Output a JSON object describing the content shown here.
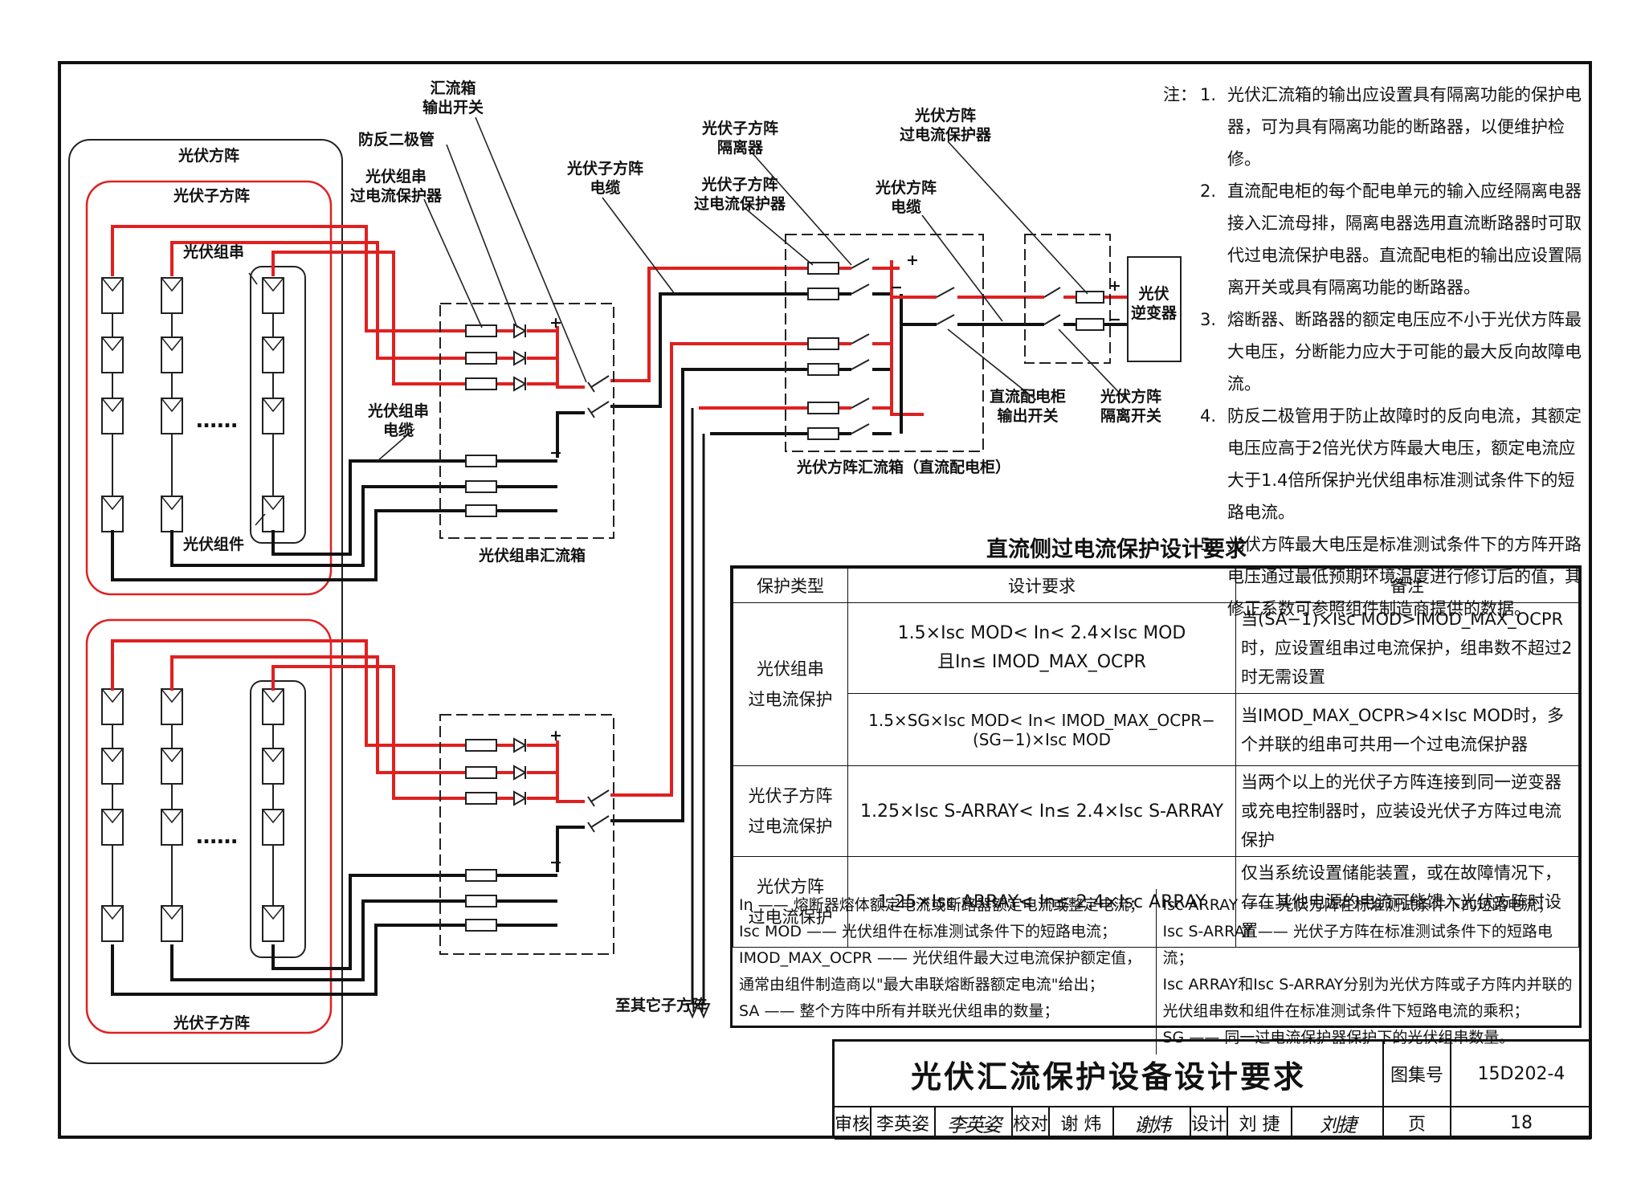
{
  "labels": {
    "pv_array": "光伏方阵",
    "pv_subarray": "光伏子方阵",
    "pv_string": "光伏组串",
    "pv_module": "光伏组件",
    "ellipsis": "……",
    "combiner_output_switch": "汇流箱\n输出开关",
    "blocking_diode": "防反二极管",
    "string_ocpd": "光伏组串\n过电流保护器",
    "subarray_cable": "光伏子方阵\n电缆",
    "string_cable": "光伏组串\n电缆",
    "string_combiner_box": "光伏组串汇流箱",
    "subarray_isolator": "光伏子方阵\n隔离器",
    "subarray_ocpd": "光伏子方阵\n过电流保护器",
    "array_ocpd": "光伏方阵\n过电流保护器",
    "array_cable": "光伏方阵\n电缆",
    "dc_cabinet_output_switch": "直流配电柜\n输出开关",
    "array_isolator": "光伏方阵\n隔离开关",
    "array_combiner_cabinet": "光伏方阵汇流箱（直流配电柜）",
    "inverter": "光伏\n逆变器",
    "to_other_subarrays": "至其它子方阵",
    "plus": "+",
    "minus": "−"
  },
  "notes": {
    "head": "注：",
    "items": [
      {
        "num": "1.",
        "text": "光伏汇流箱的输出应设置具有隔离功能的保护电器，可为具有隔离功能的断路器，以便维护检修。"
      },
      {
        "num": "2.",
        "text": "直流配电柜的每个配电单元的输入应经隔离电器接入汇流母排，隔离电器选用直流断路器时可取代过电流保护电器。直流配电柜的输出应设置隔离开关或具有隔离功能的断路器。"
      },
      {
        "num": "3.",
        "text": "熔断器、断路器的额定电压应不小于光伏方阵最大电压，分断能力应大于可能的最大反向故障电流。"
      },
      {
        "num": "4.",
        "text": "防反二极管用于防止故障时的反向电流，其额定电压应高于2倍光伏方阵最大电压，额定电流应大于1.4倍所保护光伏组串标准测试条件下的短路电流。"
      },
      {
        "num": "5.",
        "text": "光伏方阵最大电压是标准测试条件下的方阵开路电压通过最低预期环境温度进行修订后的值，其修正系数可参照组件制造商提供的数据。"
      }
    ]
  },
  "table": {
    "title": "直流侧过电流保护设计要求",
    "headers": [
      "保护类型",
      "设计要求",
      "备注"
    ],
    "rows": [
      {
        "type": "光伏组串\n过电流保护",
        "req": "1.5×Isc MOD< In< 2.4×Isc MOD\n且In≤ IMOD_MAX_OCPR",
        "rem": "当(SA−1)×Isc MOD>IMOD_MAX_OCPR时，应设置组串过电流保护，组串数不超过2时无需设置"
      },
      {
        "type": "",
        "req": "1.5×SG×Isc MOD< In< IMOD_MAX_OCPR−(SG−1)×Isc MOD",
        "rem": "当IMOD_MAX_OCPR>4×Isc MOD时，多个并联的组串可共用一个过电流保护器"
      },
      {
        "type": "光伏子方阵\n过电流保护",
        "req": "1.25×Isc S-ARRAY< In≤ 2.4×Isc S-ARRAY",
        "rem": "当两个以上的光伏子方阵连接到同一逆变器或充电控制器时，应装设光伏子方阵过电流保护"
      },
      {
        "type": "光伏方阵\n过电流保护",
        "req": "1.25×Isc ARRAY< In≤ 2.4×Isc ARRAY",
        "rem": "仅当系统设置储能装置，或在故障情况下，存在其他电源的电流可能馈入光伏方阵时设置"
      }
    ],
    "defs_left": "In —— 熔断器熔体额定电流或断路器额定电流或整定电流；\nIsc MOD —— 光伏组件在标准测试条件下的短路电流；\nIMOD_MAX_OCPR —— 光伏组件最大过电流保护额定值，通常由组件制造商以\"最大串联熔断器额定电流\"给出；\nSA —— 整个方阵中所有并联光伏组串的数量；",
    "defs_right": "Isc ARRAY —— 光伏方阵在标准测试条件下的短路电流；\nIsc S-ARRAY —— 光伏子方阵在标准测试条件下的短路电流；\nIsc ARRAY和Isc S-ARRAY分别为光伏方阵或子方阵内并联的光伏组串数和组件在标准测试条件下短路电流的乘积；\nSG —— 同一过电流保护器保护下的光伏组串数量。"
  },
  "title_block": {
    "title": "光伏汇流保护设备设计要求",
    "atlas_label": "图集号",
    "atlas_no": "15D202-4",
    "review_label": "审核",
    "reviewer": "李英姿",
    "reviewer_sig": "李英姿",
    "check_label": "校对",
    "checker": "谢 炜",
    "checker_sig": "谢炜",
    "design_label": "设计",
    "designer": "刘 捷",
    "designer_sig": "刘捷",
    "page_label": "页",
    "page_no": "18"
  },
  "colors": {
    "positive": "#e02020",
    "negative": "#111111",
    "frame": "#111111",
    "dashed_box": "#222222"
  }
}
